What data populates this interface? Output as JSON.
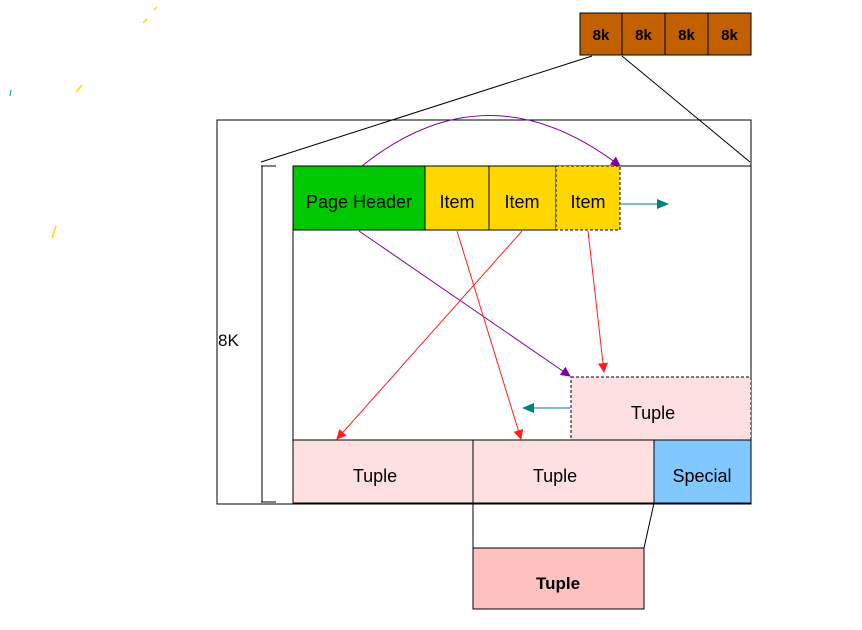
{
  "file_blocks": {
    "labels": [
      "8k",
      "8k",
      "8k",
      "8k"
    ],
    "color": "#c06000"
  },
  "page": {
    "size_label": "8K",
    "header_label": "Page Header",
    "item_label": "Item",
    "tuple_label": "Tuple",
    "special_label": "Special",
    "expanded_tuple_label": "Tuple"
  },
  "colors": {
    "header": "#00c800",
    "item": "#ffd700",
    "tuple": "#ffe0e0",
    "tuple_expanded": "#ffc0c0",
    "special": "#80c8ff",
    "pointer": "#ff2020",
    "header_pointer": "#8000a0",
    "growth": "#008080"
  }
}
